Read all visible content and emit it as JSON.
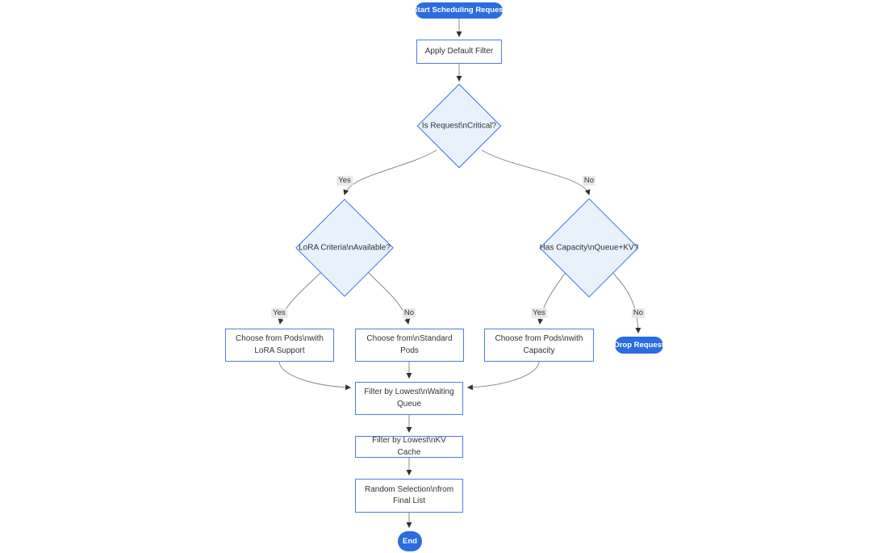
{
  "diagram": {
    "type": "flowchart",
    "direction": "top-down",
    "colors": {
      "accent_blue": "#2b6ce0",
      "node_border": "#4d7ee3",
      "decision_fill": "#e8f1fc",
      "decision_border": "#3b76e0",
      "edge_line": "#8a8a8a",
      "arrowhead": "#333333",
      "text": "#333333",
      "label_bg": "#e8e8e8",
      "background": "#ffffff"
    },
    "nodes": [
      {
        "id": "start",
        "shape": "stadium",
        "label": "Start Scheduling Request"
      },
      {
        "id": "apply_filter",
        "shape": "rect",
        "label": "Apply Default Filter"
      },
      {
        "id": "is_critical",
        "shape": "diamond",
        "label": "Is Request\\nCritical?"
      },
      {
        "id": "lora_criteria",
        "shape": "diamond",
        "label": "LoRA Criteria\\nAvailable?"
      },
      {
        "id": "has_capacity",
        "shape": "diamond",
        "label": "Has Capacity\\nQueue+KV?"
      },
      {
        "id": "lora_pods",
        "shape": "rect",
        "label": "Choose from Pods\\nwith LoRA Support"
      },
      {
        "id": "standard_pods",
        "shape": "rect",
        "label": "Choose from\\nStandard Pods"
      },
      {
        "id": "capacity_pods",
        "shape": "rect",
        "label": "Choose from Pods\\nwith Capacity"
      },
      {
        "id": "drop_request",
        "shape": "stadium",
        "label": "Drop Request"
      },
      {
        "id": "filter_waiting_queue",
        "shape": "rect",
        "label": "Filter by Lowest\\nWaiting Queue"
      },
      {
        "id": "filter_kv_cache",
        "shape": "rect",
        "label": "Filter by Lowest\\nKV Cache"
      },
      {
        "id": "random_selection",
        "shape": "rect",
        "label": "Random Selection\\nfrom Final List"
      },
      {
        "id": "end",
        "shape": "stadium",
        "label": "End"
      }
    ],
    "edges": [
      {
        "from": "start",
        "to": "apply_filter",
        "label": ""
      },
      {
        "from": "apply_filter",
        "to": "is_critical",
        "label": ""
      },
      {
        "from": "is_critical",
        "to": "lora_criteria",
        "label": "Yes"
      },
      {
        "from": "is_critical",
        "to": "has_capacity",
        "label": "No"
      },
      {
        "from": "lora_criteria",
        "to": "lora_pods",
        "label": "Yes"
      },
      {
        "from": "lora_criteria",
        "to": "standard_pods",
        "label": "No"
      },
      {
        "from": "has_capacity",
        "to": "capacity_pods",
        "label": "Yes"
      },
      {
        "from": "has_capacity",
        "to": "drop_request",
        "label": "No"
      },
      {
        "from": "lora_pods",
        "to": "filter_waiting_queue",
        "label": ""
      },
      {
        "from": "standard_pods",
        "to": "filter_waiting_queue",
        "label": ""
      },
      {
        "from": "capacity_pods",
        "to": "filter_waiting_queue",
        "label": ""
      },
      {
        "from": "filter_waiting_queue",
        "to": "filter_kv_cache",
        "label": ""
      },
      {
        "from": "filter_kv_cache",
        "to": "random_selection",
        "label": ""
      },
      {
        "from": "random_selection",
        "to": "end",
        "label": ""
      }
    ]
  }
}
